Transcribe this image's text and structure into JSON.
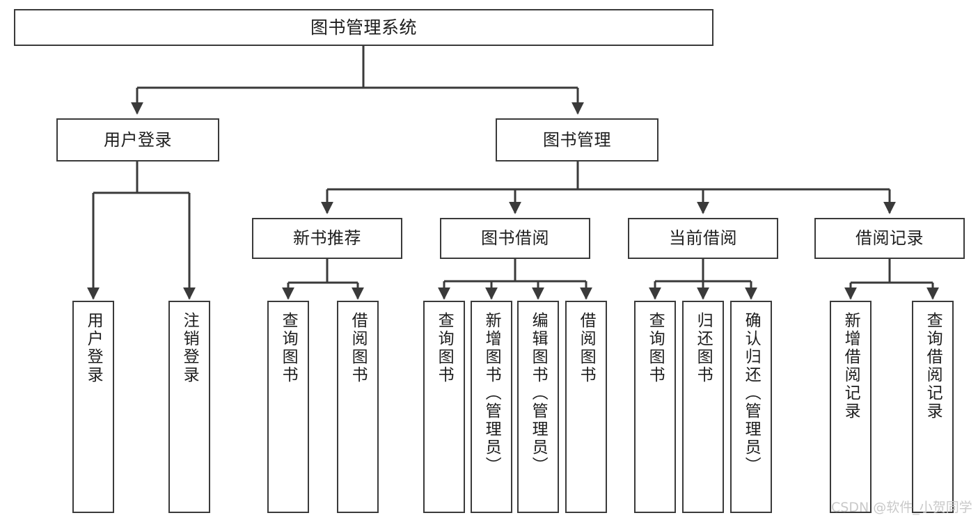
{
  "diagram": {
    "type": "tree",
    "title": "图书管理系统",
    "watermark": "CSDN @软件_小贺同学",
    "colors": {
      "stroke": "#3a3a3a",
      "fill": "#ffffff",
      "text": "#1d1d1d",
      "watermark": "#c9c9c9"
    },
    "nodes": {
      "root": {
        "label": "图书管理系统"
      },
      "level2": [
        {
          "id": "user-login",
          "label": "用户登录"
        },
        {
          "id": "book-management",
          "label": "图书管理"
        }
      ],
      "level3": [
        {
          "id": "new-book-recommend",
          "label": "新书推荐"
        },
        {
          "id": "book-borrow",
          "label": "图书借阅"
        },
        {
          "id": "current-borrow",
          "label": "当前借阅"
        },
        {
          "id": "borrow-record",
          "label": "借阅记录"
        }
      ],
      "leaves": [
        {
          "id": "leaf-user-login",
          "label": "用户登录",
          "parent": "user-login"
        },
        {
          "id": "leaf-logout-login",
          "label": "注销登录",
          "parent": "user-login"
        },
        {
          "id": "leaf-query-book-1",
          "label": "查询图书",
          "parent": "new-book-recommend"
        },
        {
          "id": "leaf-borrow-book-1",
          "label": "借阅图书",
          "parent": "new-book-recommend"
        },
        {
          "id": "leaf-query-book-2",
          "label": "查询图书",
          "parent": "book-borrow"
        },
        {
          "id": "leaf-add-book",
          "label": "新增图书（管理员）",
          "parent": "book-borrow"
        },
        {
          "id": "leaf-edit-book",
          "label": "编辑图书（管理员）",
          "parent": "book-borrow"
        },
        {
          "id": "leaf-borrow-book-2",
          "label": "借阅图书",
          "parent": "book-borrow"
        },
        {
          "id": "leaf-query-book-3",
          "label": "查询图书",
          "parent": "current-borrow"
        },
        {
          "id": "leaf-return-book",
          "label": "归还图书",
          "parent": "current-borrow"
        },
        {
          "id": "leaf-confirm-return",
          "label": "确认归还（管理员）",
          "parent": "current-borrow"
        },
        {
          "id": "leaf-add-record",
          "label": "新增借阅记录",
          "parent": "borrow-record"
        },
        {
          "id": "leaf-query-record",
          "label": "查询借阅记录",
          "parent": "borrow-record"
        }
      ]
    }
  }
}
